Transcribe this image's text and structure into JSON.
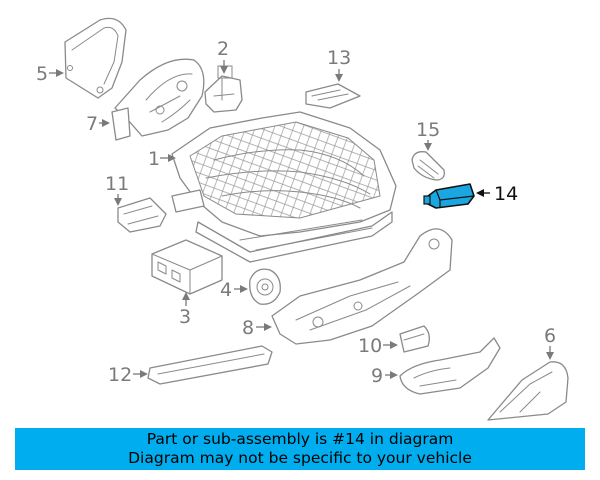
{
  "diagram": {
    "highlight_color": "#1aa6e0",
    "highlighted_callout": "14",
    "callouts": [
      "1",
      "2",
      "3",
      "4",
      "5",
      "6",
      "7",
      "8",
      "9",
      "10",
      "11",
      "12",
      "13",
      "14",
      "15"
    ]
  },
  "banner": {
    "background": "#00aeef",
    "line1": "Part or sub-assembly is #14 in diagram",
    "line2": "Diagram may not be specific to your vehicle"
  }
}
